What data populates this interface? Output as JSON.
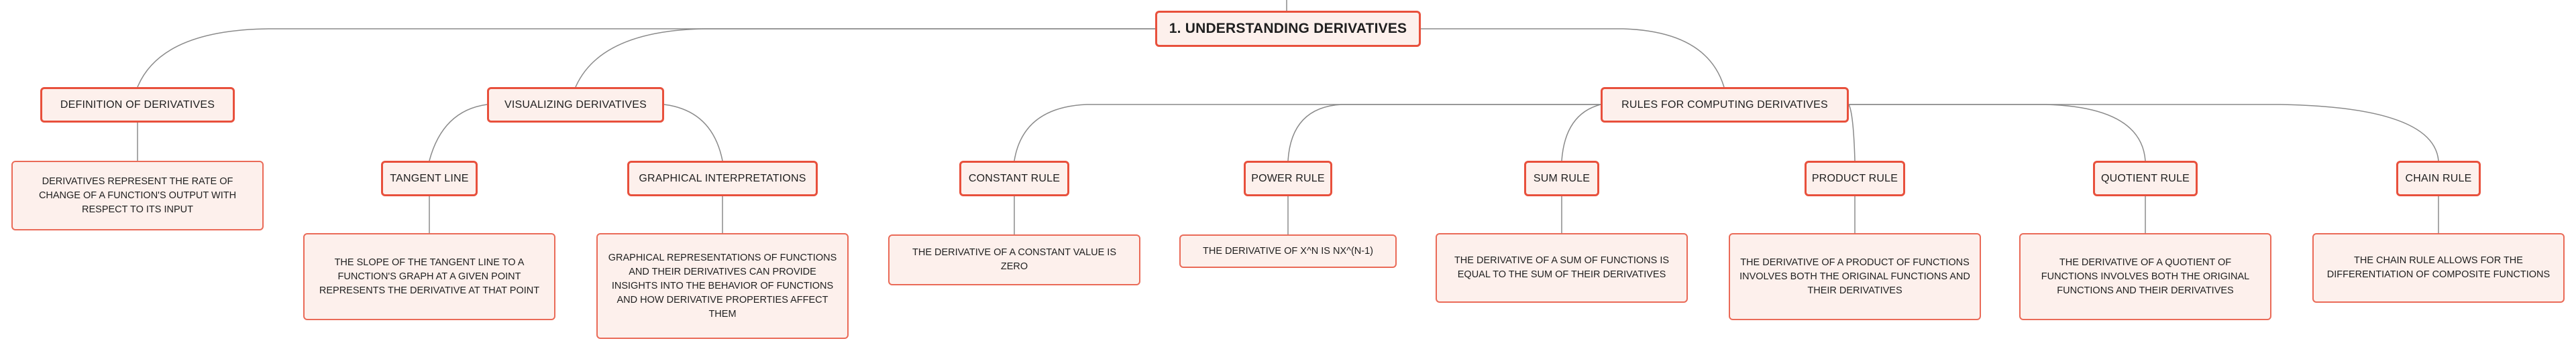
{
  "colors": {
    "node_border": "#e8503c",
    "node_fill": "#fdf0ec",
    "connector": "#8a8a8a",
    "text": "#1f1f1f"
  },
  "root": {
    "label": "1. UNDERSTANDING DERIVATIVES"
  },
  "definition": {
    "label": "DEFINITION OF DERIVATIVES",
    "detail": "DERIVATIVES REPRESENT THE RATE OF CHANGE OF A FUNCTION'S OUTPUT WITH RESPECT TO ITS INPUT"
  },
  "visualizing": {
    "label": "VISUALIZING DERIVATIVES",
    "tangent_line": {
      "label": "TANGENT LINE",
      "detail": "THE SLOPE OF THE TANGENT LINE TO A FUNCTION'S GRAPH AT A GIVEN POINT REPRESENTS THE DERIVATIVE AT THAT POINT"
    },
    "graphical": {
      "label": "GRAPHICAL INTERPRETATIONS",
      "detail": "GRAPHICAL REPRESENTATIONS OF FUNCTIONS AND THEIR DERIVATIVES CAN PROVIDE INSIGHTS INTO THE BEHAVIOR OF FUNCTIONS AND HOW DERIVATIVE PROPERTIES AFFECT THEM"
    }
  },
  "rules": {
    "label": "RULES FOR COMPUTING DERIVATIVES",
    "constant": {
      "label": "CONSTANT RULE",
      "detail": "THE DERIVATIVE OF A CONSTANT VALUE IS ZERO"
    },
    "power": {
      "label": "POWER RULE",
      "detail": "THE DERIVATIVE OF X^N IS NX^(N-1)"
    },
    "sum": {
      "label": "SUM RULE",
      "detail": "THE DERIVATIVE OF A SUM OF FUNCTIONS IS EQUAL TO THE SUM OF THEIR DERIVATIVES"
    },
    "product": {
      "label": "PRODUCT RULE",
      "detail": "THE DERIVATIVE OF A PRODUCT OF FUNCTIONS INVOLVES BOTH THE ORIGINAL FUNCTIONS AND THEIR DERIVATIVES"
    },
    "quotient": {
      "label": "QUOTIENT RULE",
      "detail": "THE DERIVATIVE OF A QUOTIENT OF FUNCTIONS INVOLVES BOTH THE ORIGINAL FUNCTIONS AND THEIR DERIVATIVES"
    },
    "chain": {
      "label": "CHAIN RULE",
      "detail": "THE CHAIN RULE ALLOWS FOR THE DIFFERENTIATION OF COMPOSITE FUNCTIONS"
    }
  }
}
